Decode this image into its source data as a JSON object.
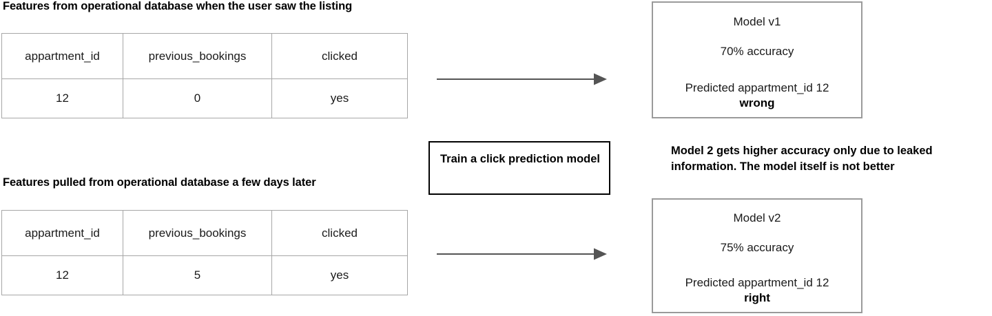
{
  "diagram": {
    "top_section": {
      "title": "Features from operational database when the user saw the listing",
      "table": {
        "headers": [
          "appartment_id",
          "previous_bookings",
          "clicked"
        ],
        "rows": [
          [
            "12",
            "0",
            "yes"
          ]
        ]
      },
      "arrow": "arrow-right-icon",
      "result": {
        "title": "Model v1",
        "accuracy": "70% accuracy",
        "prediction": "Predicted appartment_id 12",
        "verdict": "wrong"
      }
    },
    "bottom_section": {
      "title": "Features pulled from operational database a few days later",
      "table": {
        "headers": [
          "appartment_id",
          "previous_bookings",
          "clicked"
        ],
        "rows": [
          [
            "12",
            "5",
            "yes"
          ]
        ]
      },
      "arrow": "arrow-right-icon",
      "result": {
        "title": "Model v2",
        "accuracy": "75% accuracy",
        "prediction": "Predicted appartment_id 12",
        "verdict": "right"
      }
    },
    "process": {
      "label": "Train a click prediction model"
    },
    "annotation": {
      "text": "Model 2 gets higher accuracy only due to leaked information. The model itself is not better"
    },
    "colors": {
      "background": "#ffffff",
      "text": "#000000",
      "table_border": "#a6a6a6",
      "model_box_border": "#9a9a9a",
      "process_box_border": "#000000",
      "arrow": "#545454"
    }
  }
}
